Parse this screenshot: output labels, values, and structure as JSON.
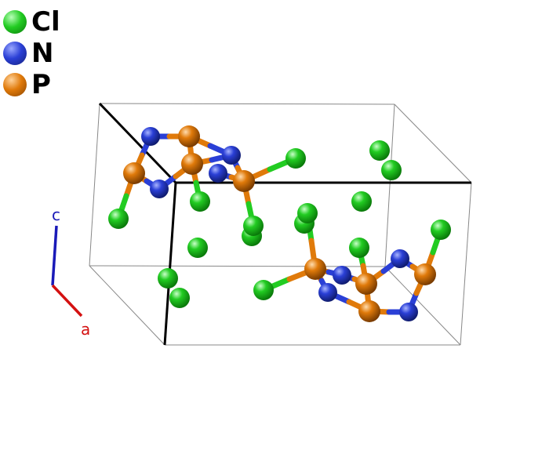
{
  "legend": [
    {
      "label": "Cl",
      "color": "#22cc22"
    },
    {
      "label": "N",
      "color": "#2a3fd6"
    },
    {
      "label": "P",
      "color": "#e07a0a"
    }
  ],
  "axes": {
    "c_label": "c",
    "c_color": "#1a1ab8",
    "a_label": "a",
    "a_color": "#d41111"
  },
  "colors": {
    "Cl": "#22cc22",
    "N": "#2a3fd6",
    "P": "#e07a0a",
    "cell": "#888888",
    "cell_axis": "#000000"
  }
}
